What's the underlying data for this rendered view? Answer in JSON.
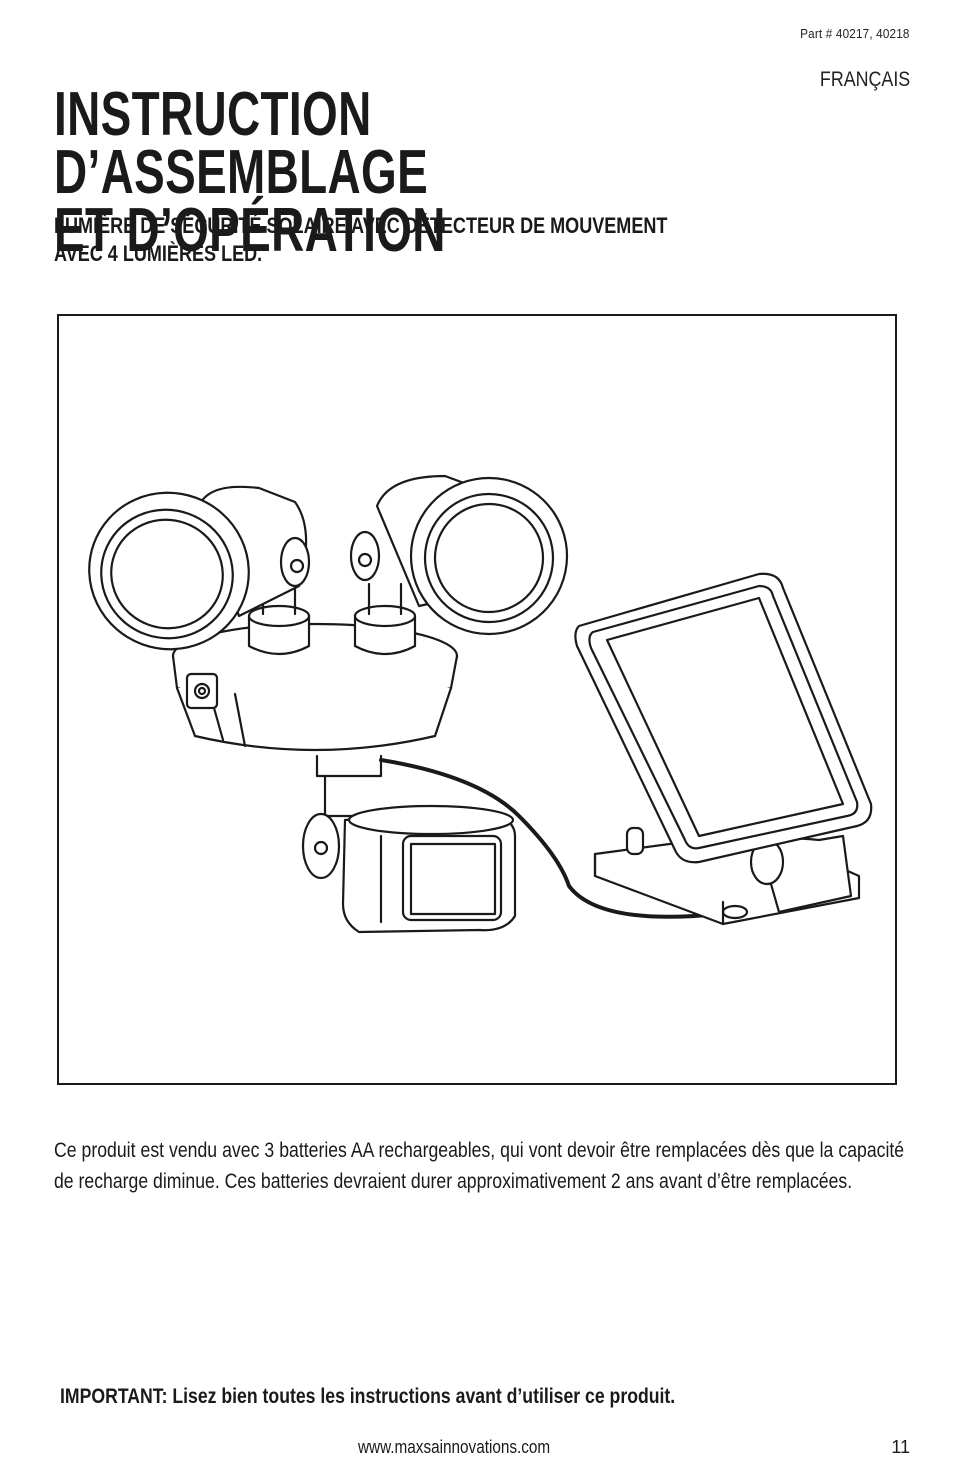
{
  "header": {
    "part_number": "Part # 40217, 40218",
    "language": "FRANÇAIS"
  },
  "title": {
    "line1": "INSTRUCTION D’ASSEMBLAGE",
    "line2": "ET D’OPÉRATION"
  },
  "subtitle": {
    "line1": "LUMIÈRE DE SÉCURITÉ SOLAIRE AVEC DÉTECTEUR DE MOUVEMENT",
    "line2": "AVEC 4 LUMIÈRES LED."
  },
  "figure": {
    "icon": "solar-motion-security-light-illustration"
  },
  "body": {
    "paragraph": "Ce produit est vendu avec 3 batteries AA rechargeables, qui vont devoir être remplacées dès que la capacité de recharge diminue. Ces batteries devraient durer approximativement 2 ans avant d’être remplacées."
  },
  "notice": {
    "important": "IMPORTANT: Lisez bien toutes les instructions avant d’utiliser ce produit."
  },
  "footer": {
    "url": "www.maxsainnovations.com",
    "page_number": "11"
  }
}
